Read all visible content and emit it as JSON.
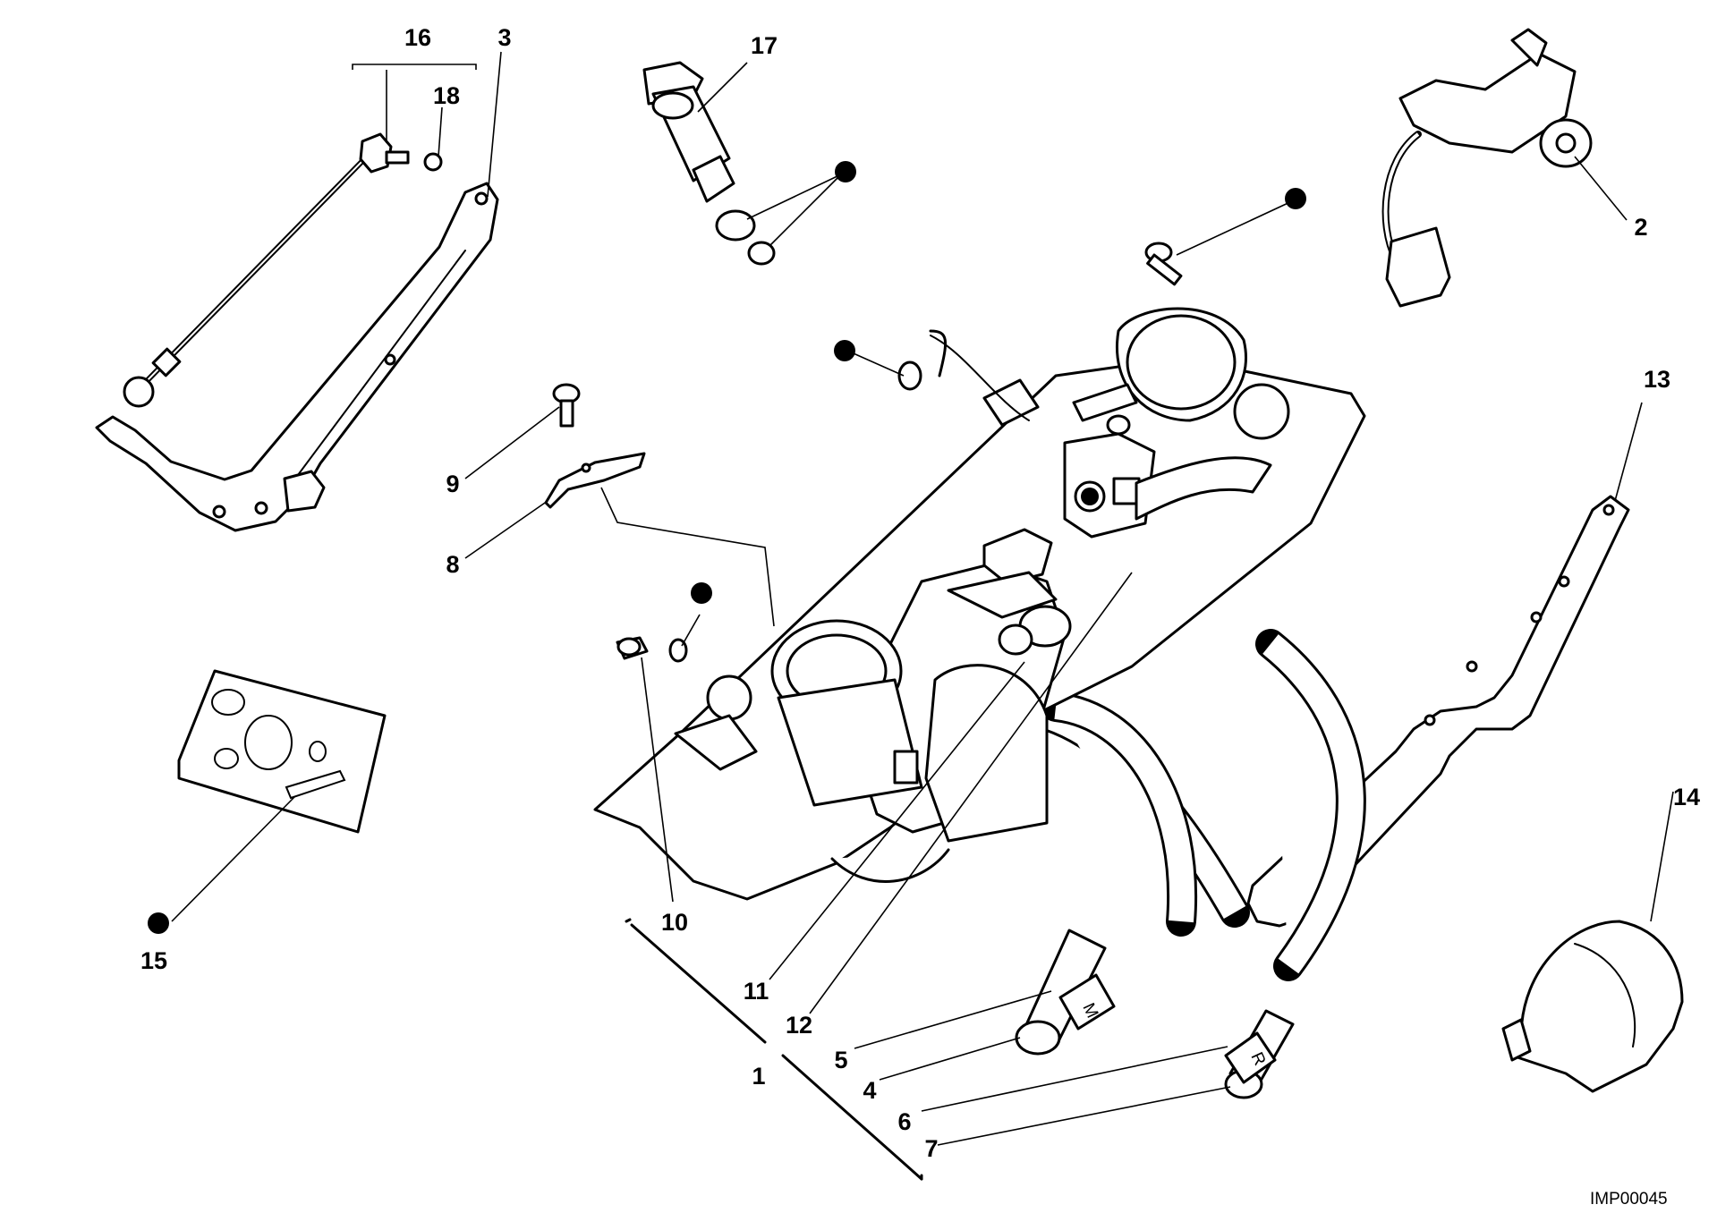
{
  "drawing_code": "IMP00045",
  "callouts": {
    "c1": "1",
    "c2": "2",
    "c3": "3",
    "c4": "4",
    "c5": "5",
    "c6": "6",
    "c7": "7",
    "c8": "8",
    "c9": "9",
    "c10": "10",
    "c11": "11",
    "c12": "12",
    "c13": "13",
    "c14": "14",
    "c15": "15",
    "c16": "16",
    "c17": "17",
    "c18": "18"
  },
  "hose_markings": {
    "m": "M",
    "r": "R"
  }
}
